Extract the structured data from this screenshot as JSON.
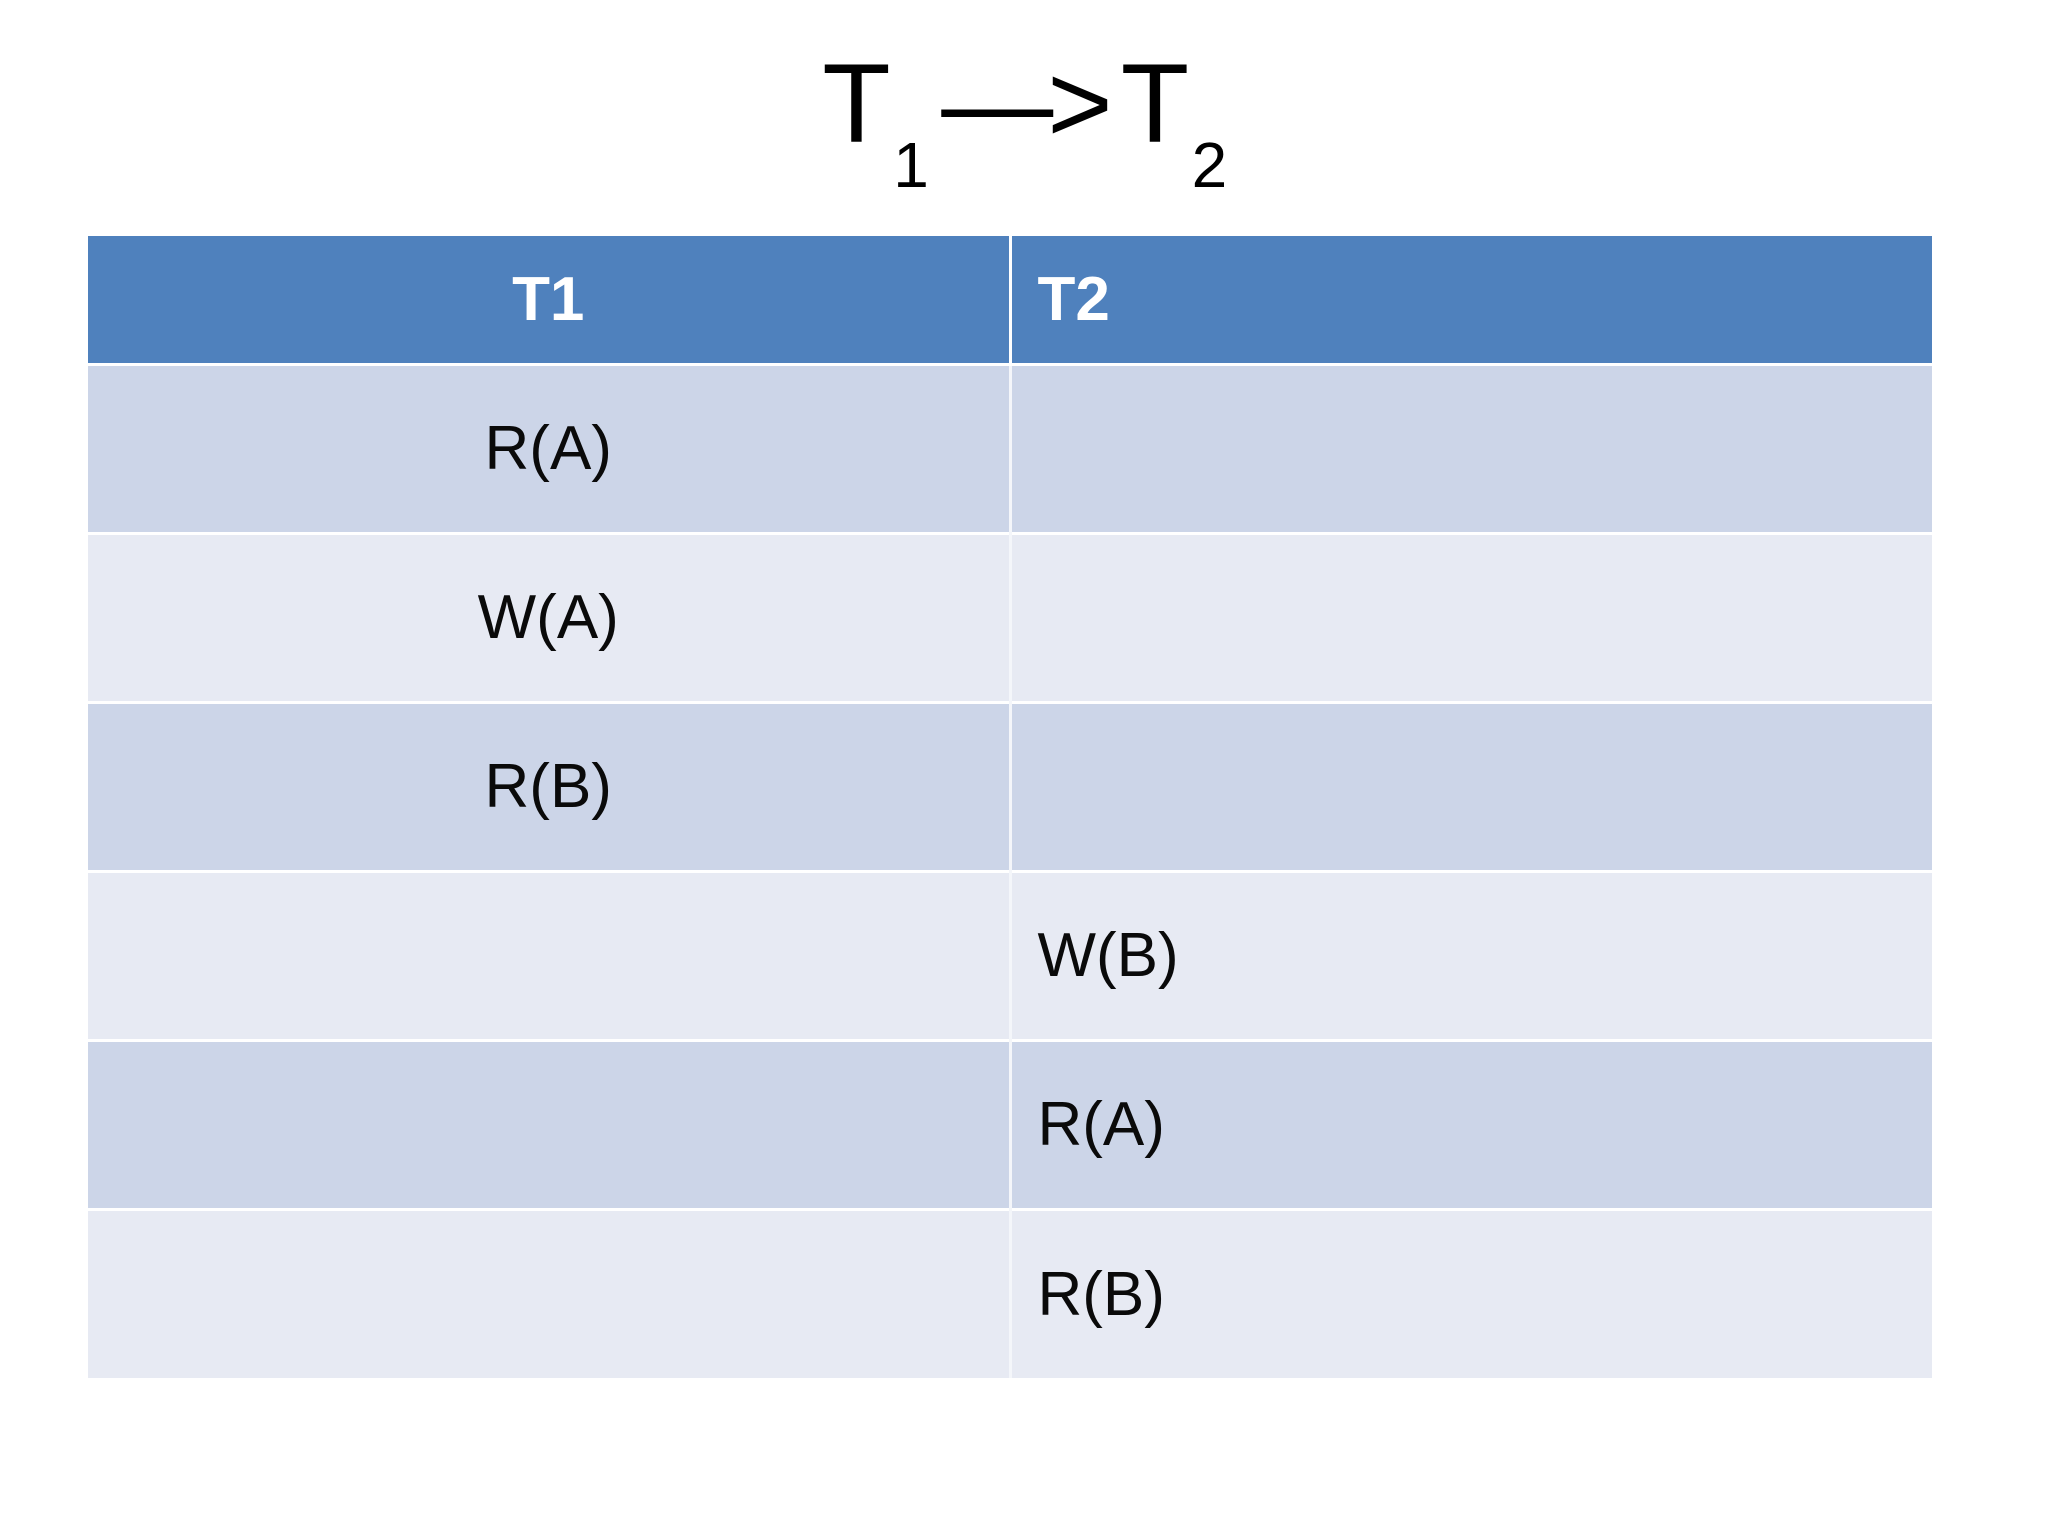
{
  "slide": {
    "title": {
      "left_symbol": "T",
      "left_subscript": "1",
      "arrow": "—>",
      "right_symbol": "T",
      "right_subscript": "2",
      "plain": "T1 —> T2"
    },
    "background_color": "#ffffff"
  },
  "colors": {
    "header_blue": "#4f81bd",
    "row_band_dark": "#ccd5e8",
    "row_band_light": "#e7eaf3",
    "header_text": "#ffffff",
    "cell_text": "#0a0a0a",
    "grid_line": "#ffffff"
  },
  "table": {
    "headers": [
      "T1",
      "T2"
    ],
    "header_alignment": [
      "center",
      "left"
    ],
    "column_alignment": [
      "center",
      "left"
    ],
    "rows": [
      {
        "band": "dark",
        "t1": "R(A)",
        "t2": ""
      },
      {
        "band": "light",
        "t1": "W(A)",
        "t2": ""
      },
      {
        "band": "dark",
        "t1": "R(B)",
        "t2": ""
      },
      {
        "band": "light",
        "t1": "",
        "t2": "W(B)"
      },
      {
        "band": "dark",
        "t1": "",
        "t2": "R(A)"
      },
      {
        "band": "light",
        "t1": "",
        "t2": "R(B)"
      }
    ]
  }
}
